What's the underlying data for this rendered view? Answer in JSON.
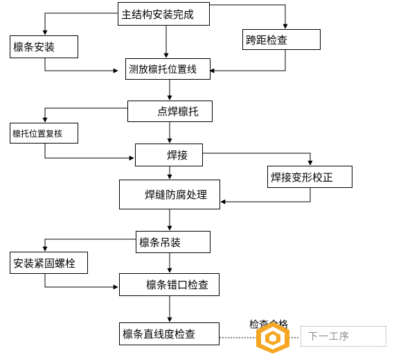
{
  "flowchart": {
    "steps": {
      "main_structure_done": "主结构安装完成",
      "purlin_install": "檩条安装",
      "span_check": "跨距检查",
      "measure_bracket_position": "测放檩托位置线",
      "spot_weld_bracket": "点焊檩托",
      "bracket_position_recheck": "檩托位置复核",
      "welding": "焊接",
      "weld_deformation_correction": "焊接变形校正",
      "weld_anticorrosion": "焊缝防腐处理",
      "purlin_hoisting": "檩条吊装",
      "install_fastening_bolts": "安装紧固螺栓",
      "purlin_misalignment_check": "檩条错口检查",
      "purlin_straightness_check": "檩条直线度检查"
    },
    "edge_label_pass": "检查合格",
    "end_box_text": "下一工序"
  }
}
